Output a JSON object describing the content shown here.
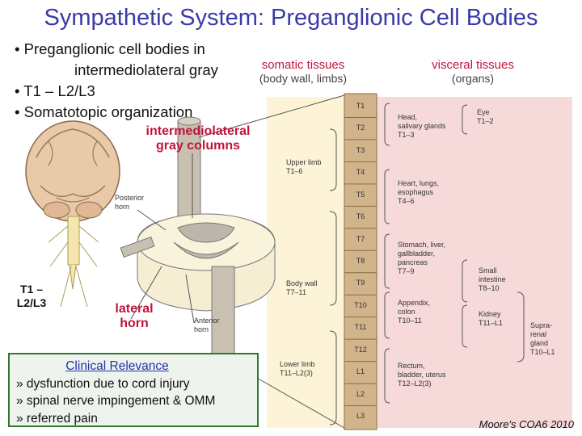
{
  "title": "Sympathetic System: Preganglionic Cell Bodies",
  "bullets": [
    "• Preganglionic cell bodies in",
    "intermediolateral gray",
    "• T1 – L2/L3",
    "• Somatotopic organization"
  ],
  "somatic": {
    "title": "somatic tissues",
    "subtitle": "(body wall, limbs)"
  },
  "visceral": {
    "title": "visceral tissues",
    "subtitle": "(organs)"
  },
  "intermediolateral_label": [
    "intermediolateral",
    "gray columns"
  ],
  "lateral_horn_label": [
    "lateral",
    "horn"
  ],
  "t1_l2_label": [
    "T1 –",
    "L2/L3"
  ],
  "figure_labels": {
    "posterior_horn": [
      "Posterior",
      "horn"
    ],
    "anterior_horn": [
      "Anterior",
      "horn"
    ],
    "upper_limb": [
      "Upper limb",
      "T1–6"
    ],
    "body_wall": [
      "Body wall",
      "T7–11"
    ],
    "lower_limb": [
      "Lower limb",
      "T11–L2(3)"
    ],
    "head": [
      "Head,",
      "salivary glands",
      "T1–3"
    ],
    "eye": [
      "Eye",
      "T1–2"
    ],
    "heart": [
      "Heart, lungs,",
      "esophagus",
      "T4–6"
    ],
    "stomach": [
      "Stomach, liver,",
      "gallbladder,",
      "pancreas",
      "T7–9"
    ],
    "small_intestine": [
      "Small",
      "intestine",
      "T8–10"
    ],
    "appendix": [
      "Appendix,",
      "colon",
      "T10–11"
    ],
    "kidney": [
      "Kidney",
      "T11–L1"
    ],
    "suprarenal": [
      "Supra-",
      "renal",
      "gland",
      "T10–L1"
    ],
    "rectum": [
      "Rectum,",
      "bladder, uterus",
      "T12–L2(3)"
    ]
  },
  "segments": [
    "T1",
    "T2",
    "T3",
    "T4",
    "T5",
    "T6",
    "T7",
    "T8",
    "T9",
    "T10",
    "T11",
    "T12",
    "L1",
    "L2",
    "L3"
  ],
  "clinical": {
    "title": "Clinical Relevance",
    "items": [
      "» dysfunction due to cord injury",
      "» spinal nerve impingement & OMM",
      "» referred pain"
    ]
  },
  "credit": "Moore's COA6 2010",
  "colors": {
    "title": "#3a3aa8",
    "accent_red": "#c0143c",
    "clinical_border": "#2d7a2d",
    "panel_pink": "#f6dada",
    "panel_yellow": "#fdf3d6",
    "cord_tan": "#d2b48c"
  }
}
